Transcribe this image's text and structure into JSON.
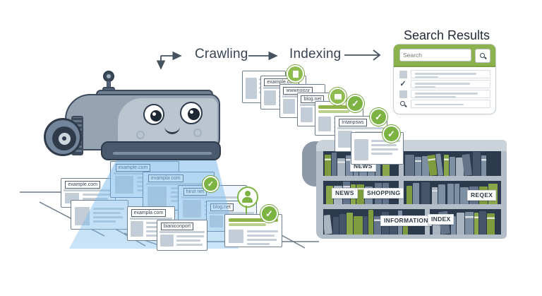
{
  "flow": {
    "crawling_label": "Crawling",
    "indexing_label": "Indexing"
  },
  "search_panel": {
    "title": "Search Results",
    "search_placeholder": "Search"
  },
  "cascade_cards": [
    {
      "label": ""
    },
    {
      "label": "example.com"
    },
    {
      "label": "wwwnoissr"
    },
    {
      "label": "blog.net"
    },
    {
      "label": ""
    },
    {
      "label": "Intanpsws"
    },
    {
      "label": ""
    }
  ],
  "beam_cards": [
    {
      "label": "example.com"
    },
    {
      "label": "exampla com"
    },
    {
      "label": "hirut net"
    },
    {
      "label": "blog.net"
    }
  ],
  "network_cards": [
    {
      "label": "example.com"
    },
    {
      "label": ""
    },
    {
      "label": "exampla com"
    },
    {
      "label": "bianiconport"
    }
  ],
  "bookshelf": {
    "labels": {
      "top": "NEWS",
      "mid_left": "NEWS",
      "mid_center": "SHOPPING",
      "mid_right": "REQEX",
      "bottom_center": "INFORMATION",
      "bottom_right": "INDEX"
    }
  },
  "colors": {
    "ink": "#3a4454",
    "green_accent": "#8cb24e",
    "badge_green": "#7cb342",
    "beam_blue": "#78b8ea",
    "shelf_frame": "#b3bdc7",
    "shelf_interior": "#2c3a4d",
    "book_green": "#7e9c3e",
    "book_slate": "#7d8fa3"
  }
}
